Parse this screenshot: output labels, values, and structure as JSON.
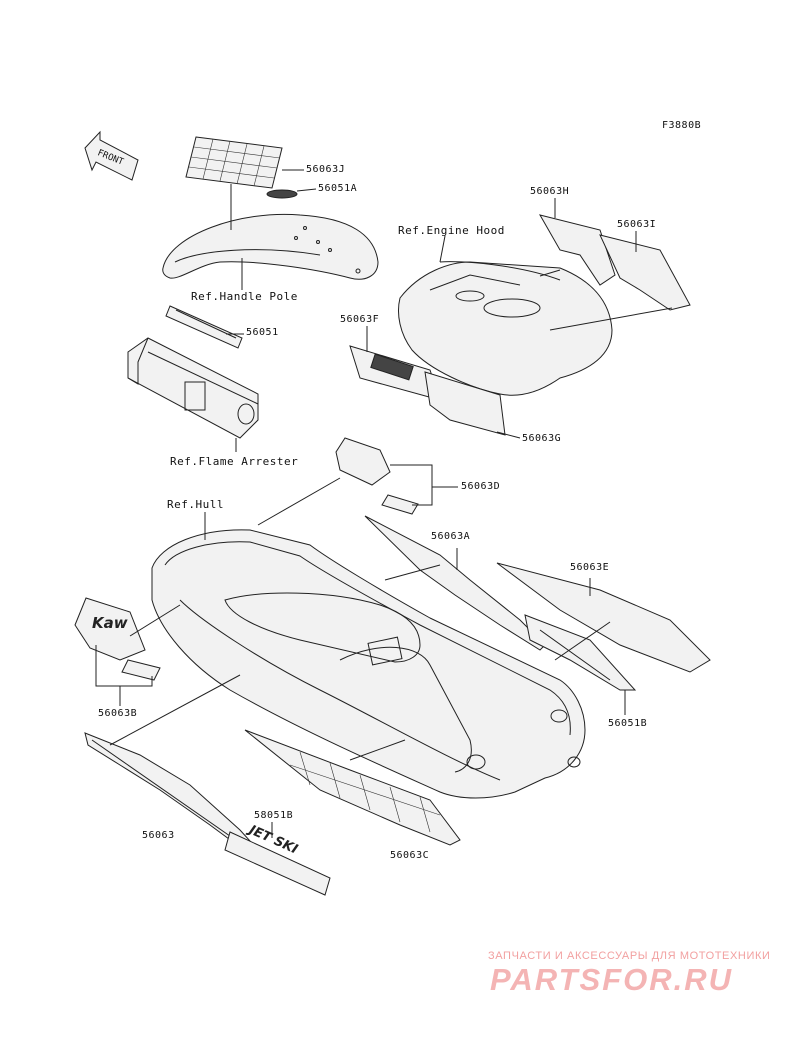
{
  "figure_code": "F3880B",
  "front_label": "FRONT",
  "refs": {
    "handle_pole": "Ref.Handle Pole",
    "engine_hood": "Ref.Engine Hood",
    "flame_arrester": "Ref.Flame Arrester",
    "hull": "Ref.Hull"
  },
  "parts": {
    "p56063J": "56063J",
    "p56051A": "56051A",
    "p56063H": "56063H",
    "p56063I": "56063I",
    "p56051": "56051",
    "p56063F": "56063F",
    "p56063G": "56063G",
    "p56063D": "56063D",
    "p56063A": "56063A",
    "p56063E": "56063E",
    "p56051B": "56051B",
    "p56063B": "56063B",
    "p58051B": "58051B",
    "p56063": "56063",
    "p56063C": "56063C"
  },
  "decal_text": {
    "kaw": "Kaw",
    "jetski": "JET SKI"
  },
  "watermark": {
    "tagline": "ЗАПЧАСТИ И АКСЕССУАРЫ ДЛЯ МОТОТЕХНИКИ",
    "brand": "PARTSFOR.RU"
  }
}
